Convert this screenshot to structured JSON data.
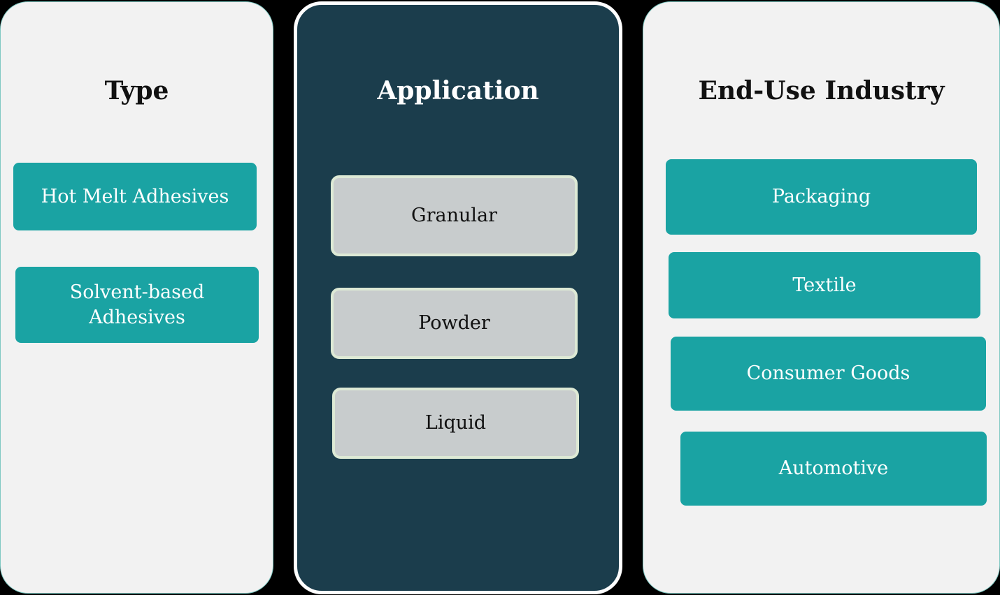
{
  "type": {
    "title": "Type",
    "items": [
      "Hot Melt Adhesives",
      "Solvent-based Adhesives"
    ]
  },
  "application": {
    "title": "Application",
    "items": [
      "Granular",
      "Powder",
      "Liquid"
    ]
  },
  "end_use": {
    "title": "End-Use Industry",
    "items": [
      "Packaging",
      "Textile",
      "Consumer Goods",
      "Automotive"
    ]
  }
}
